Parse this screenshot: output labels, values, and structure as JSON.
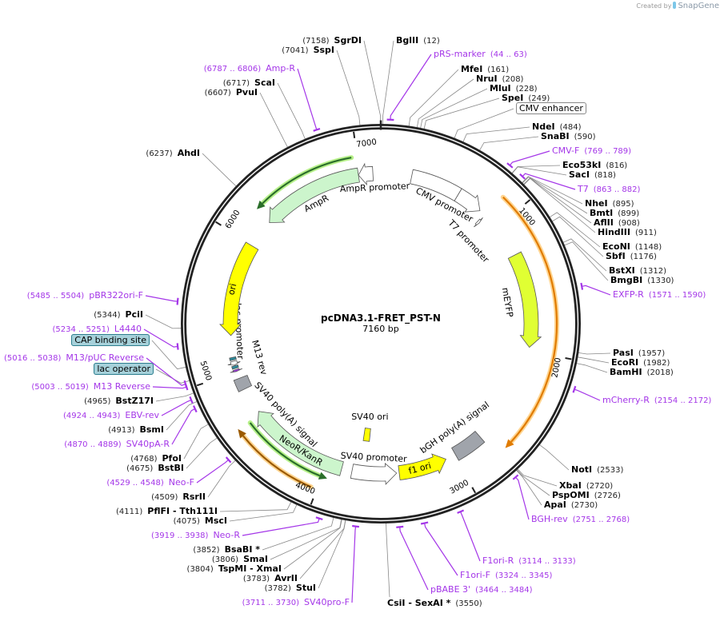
{
  "logo": {
    "prefix": "Created by",
    "brand": "SnapGene"
  },
  "plasmid": {
    "name": "pcDNA3.1-FRET_PST-N",
    "length_label": "7160 bp",
    "length_bp": 7160
  },
  "ticks": [
    "1000",
    "2000",
    "3000",
    "4000",
    "5000",
    "6000",
    "7000"
  ],
  "colors": {
    "primer": "#a436e8",
    "backbone": "#222222",
    "site_line": "#888888"
  },
  "features": [
    {
      "label": "",
      "start": 235,
      "end": 615,
      "direction": 0,
      "color": "#ffffff",
      "kind": "segment"
    },
    {
      "label": "CMV promoter",
      "start": 615,
      "end": 820,
      "direction": 1,
      "color": "#ffffff",
      "kind": "arrow"
    },
    {
      "label": "T7 promoter",
      "start": 863,
      "end": 882,
      "direction": 1,
      "color": "#ffffff",
      "kind": "small"
    },
    {
      "label": "mEYFP",
      "start": 1250,
      "end": 1970,
      "direction": 1,
      "color": "#e0ff33",
      "kind": "arrow"
    },
    {
      "label": "bGH poly(A) signal",
      "start": 2760,
      "end": 2990,
      "direction": 0,
      "color": "#a0a4ab",
      "kind": "arrow"
    },
    {
      "label": "f1 ori",
      "start": 3070,
      "end": 3440,
      "direction": -1,
      "color": "#ffff00",
      "kind": "arrow"
    },
    {
      "label": "SV40 promoter",
      "start": 3460,
      "end": 3800,
      "direction": -1,
      "color": "#ffffff",
      "kind": "arrow"
    },
    {
      "label": "SV40 ori",
      "start": 3690,
      "end": 3750,
      "direction": 0,
      "color": "#ffff00",
      "kind": "inner"
    },
    {
      "label": "NeoR/KanR",
      "start": 3880,
      "end": 4660,
      "direction": 1,
      "color": "#ccf5cc",
      "kind": "arrow"
    },
    {
      "label": "SV40 poly(A) signal",
      "start": 4860,
      "end": 4950,
      "direction": 0,
      "color": "#a0a4ab",
      "kind": "arrow"
    },
    {
      "label": "M13 rev",
      "start": 5005,
      "end": 5020,
      "direction": -1,
      "color": "#a436e8",
      "kind": "small"
    },
    {
      "label": "",
      "start": 5030,
      "end": 5050,
      "direction": 0,
      "color": "#2d8a9a",
      "kind": "small"
    },
    {
      "label": "lac promoter",
      "start": 5055,
      "end": 5085,
      "direction": -1,
      "color": "#ffffff",
      "kind": "small"
    },
    {
      "label": "",
      "start": 5095,
      "end": 5115,
      "direction": 0,
      "color": "#2d8a9a",
      "kind": "small"
    },
    {
      "label": "ori",
      "start": 5280,
      "end": 5990,
      "direction": -1,
      "color": "#ffff00",
      "kind": "arrow"
    },
    {
      "label": "AmpR",
      "start": 6210,
      "end": 6990,
      "direction": -1,
      "color": "#ccf5cc",
      "kind": "arrow"
    },
    {
      "label": "AmpR promoter",
      "start": 6990,
      "end": 7100,
      "direction": -1,
      "color": "#ffffff",
      "kind": "arrow"
    }
  ],
  "orfs": [
    {
      "start": 875,
      "end": 2685,
      "direction": 1,
      "color": "#e07b00",
      "halo": "#ffd591"
    },
    {
      "start": 4040,
      "end": 4645,
      "direction": 1,
      "color": "#9b5a00",
      "halo": "#ffd591"
    },
    {
      "start": 3960,
      "end": 4630,
      "direction": -1,
      "color": "#2a6e2a",
      "halo": "#b7f08a"
    },
    {
      "start": 6220,
      "end": 6960,
      "direction": -1,
      "color": "#2a6e2a",
      "halo": "#b7f08a"
    }
  ],
  "annotations": [
    {
      "type": "site",
      "name": "SgrDI",
      "location": "(7158)"
    },
    {
      "type": "site",
      "name": "SspI",
      "location": "(7041)"
    },
    {
      "type": "primer",
      "name": "Amp-R",
      "location": "(6787 .. 6806)"
    },
    {
      "type": "site",
      "name": "ScaI",
      "location": "(6717)"
    },
    {
      "type": "site",
      "name": "PvuI",
      "location": "(6607)"
    },
    {
      "type": "site",
      "name": "AhdI",
      "location": "(6237)"
    },
    {
      "type": "site",
      "name": "BglII",
      "location": "(12)"
    },
    {
      "type": "primer",
      "name": "pRS-marker",
      "location": "(44 .. 63)"
    },
    {
      "type": "site",
      "name": "MfeI",
      "location": "(161)"
    },
    {
      "type": "site",
      "name": "NruI",
      "location": "(208)"
    },
    {
      "type": "site",
      "name": "MluI",
      "location": "(228)"
    },
    {
      "type": "site",
      "name": "SpeI",
      "location": "(249)"
    },
    {
      "type": "callout",
      "name": "CMV enhancer",
      "location": ""
    },
    {
      "type": "site",
      "name": "NdeI",
      "location": "(484)"
    },
    {
      "type": "site",
      "name": "SnaBI",
      "location": "(590)"
    },
    {
      "type": "primer",
      "name": "CMV-F",
      "location": "(769 .. 789)"
    },
    {
      "type": "site",
      "name": "Eco53kI",
      "location": "(816)"
    },
    {
      "type": "site",
      "name": "SacI",
      "location": "(818)"
    },
    {
      "type": "primer",
      "name": "T7",
      "location": "(863 .. 882)"
    },
    {
      "type": "site",
      "name": "NheI",
      "location": "(895)"
    },
    {
      "type": "site",
      "name": "BmtI",
      "location": "(899)"
    },
    {
      "type": "site",
      "name": "AflII",
      "location": "(908)"
    },
    {
      "type": "site",
      "name": "HindIII",
      "location": "(911)"
    },
    {
      "type": "site",
      "name": "EcoNI",
      "location": "(1148)"
    },
    {
      "type": "site",
      "name": "SbfI",
      "location": "(1176)"
    },
    {
      "type": "site",
      "name": "BstXI",
      "location": "(1312)"
    },
    {
      "type": "site",
      "name": "BmgBI",
      "location": "(1330)"
    },
    {
      "type": "primer",
      "name": "EXFP-R",
      "location": "(1571 .. 1590)"
    },
    {
      "type": "site",
      "name": "PasI",
      "location": "(1957)"
    },
    {
      "type": "site",
      "name": "EcoRI",
      "location": "(1982)"
    },
    {
      "type": "site",
      "name": "BamHI",
      "location": "(2018)"
    },
    {
      "type": "primer",
      "name": "mCherry-R",
      "location": "(2154 .. 2172)"
    },
    {
      "type": "site",
      "name": "NotI",
      "location": "(2533)"
    },
    {
      "type": "site",
      "name": "XbaI",
      "location": "(2720)"
    },
    {
      "type": "site",
      "name": "PspOMI",
      "location": "(2726)"
    },
    {
      "type": "site",
      "name": "ApaI",
      "location": "(2730)"
    },
    {
      "type": "primer",
      "name": "BGH-rev",
      "location": "(2751 .. 2768)"
    },
    {
      "type": "primer",
      "name": "F1ori-R",
      "location": "(3114 .. 3133)"
    },
    {
      "type": "primer",
      "name": "F1ori-F",
      "location": "(3324 .. 3345)"
    },
    {
      "type": "primer",
      "name": "pBABE 3'",
      "location": "(3464 .. 3484)"
    },
    {
      "type": "site",
      "name": "CsiI  - SexAI *",
      "location": "(3550)"
    },
    {
      "type": "primer",
      "name": "SV40pro-F",
      "location": "(3711 .. 3730)"
    },
    {
      "type": "site",
      "name": "StuI",
      "location": "(3782)"
    },
    {
      "type": "site",
      "name": "AvrII",
      "location": "(3783)"
    },
    {
      "type": "site",
      "name": "TspMI  - XmaI",
      "location": "(3804)"
    },
    {
      "type": "site",
      "name": "SmaI",
      "location": "(3806)"
    },
    {
      "type": "site",
      "name": "BsaBI *",
      "location": "(3852)"
    },
    {
      "type": "primer",
      "name": "Neo-R",
      "location": "(3919 .. 3938)"
    },
    {
      "type": "site",
      "name": "MscI",
      "location": "(4075)"
    },
    {
      "type": "site",
      "name": "PflFI  - Tth111I",
      "location": "(4111)"
    },
    {
      "type": "site",
      "name": "RsrII",
      "location": "(4509)"
    },
    {
      "type": "primer",
      "name": "Neo-F",
      "location": "(4529 .. 4548)"
    },
    {
      "type": "site",
      "name": "BstBI",
      "location": "(4675)"
    },
    {
      "type": "site",
      "name": "PfoI",
      "location": "(4768)"
    },
    {
      "type": "primer",
      "name": "SV40pA-R",
      "location": "(4870 .. 4889)"
    },
    {
      "type": "site",
      "name": "BsmI",
      "location": "(4913)"
    },
    {
      "type": "primer",
      "name": "EBV-rev",
      "location": "(4924 .. 4943)"
    },
    {
      "type": "site",
      "name": "BstZ17I",
      "location": "(4965)"
    },
    {
      "type": "primer",
      "name": "M13 Reverse",
      "location": "(5003 .. 5019)"
    },
    {
      "type": "callout",
      "name": "lac operator",
      "location": ""
    },
    {
      "type": "primer",
      "name": "M13/pUC Reverse",
      "location": "(5016 .. 5038)"
    },
    {
      "type": "callout",
      "name": "CAP binding site",
      "location": ""
    },
    {
      "type": "primer",
      "name": "L4440",
      "location": "(5234 .. 5251)"
    },
    {
      "type": "site",
      "name": "PciI",
      "location": "(5344)"
    },
    {
      "type": "primer",
      "name": "pBR322ori-F",
      "location": "(5485 .. 5504)"
    }
  ]
}
